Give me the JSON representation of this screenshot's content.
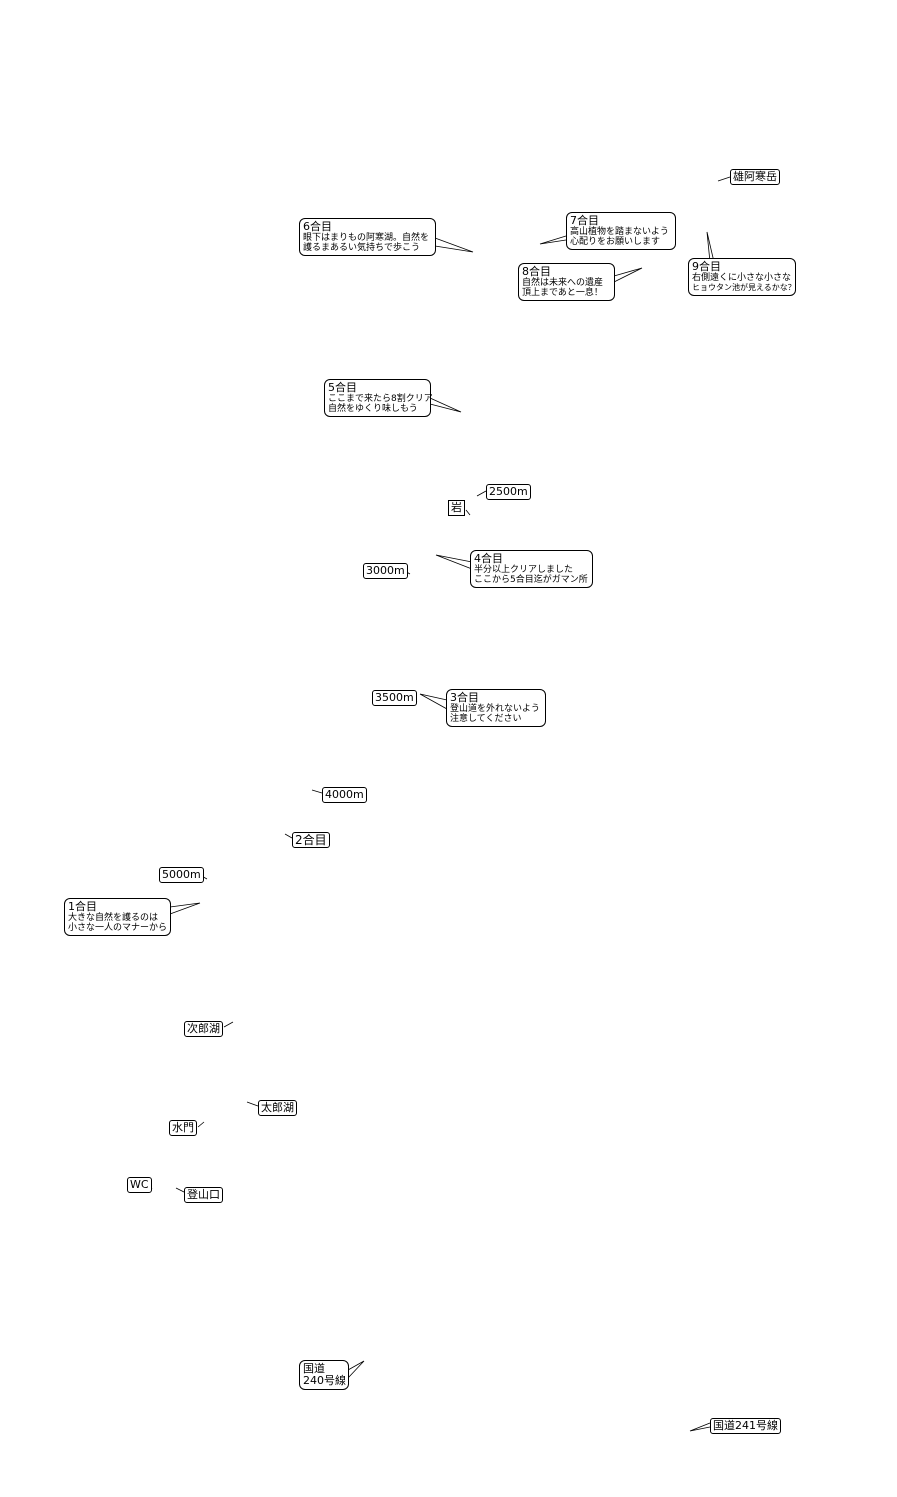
{
  "labels": {
    "oakandake": "雄阿寒岳",
    "iwa": "岩",
    "m2500": "2500m",
    "m3000": "3000m",
    "m3500": "3500m",
    "m4000": "4000m",
    "m5000": "5000m",
    "gou2": "2合目",
    "jirouko": "次郎湖",
    "tarouko": "太郎湖",
    "suimon": "水門",
    "wc": "WC",
    "tozanguchi": "登山口",
    "route240_line1": "国道",
    "route240_line2": "240号線",
    "route241": "国道241号線"
  },
  "stations": [
    {
      "id": "st1",
      "title": "1合目",
      "lines": [
        "大きな自然を護るのは",
        "小さな一人のマナーから"
      ]
    },
    {
      "id": "st3",
      "title": "3合目",
      "lines": [
        "登山道を外れないよう",
        "注意してください"
      ]
    },
    {
      "id": "st4",
      "title": "4合目",
      "lines": [
        "半分以上クリアしました",
        "ここから5合目迄がガマン所"
      ]
    },
    {
      "id": "st5",
      "title": "5合目",
      "lines": [
        "ここまで来たら8割クリア",
        "自然をゆくり味しもう"
      ]
    },
    {
      "id": "st6",
      "title": "6合目",
      "lines": [
        "眼下はまりもの阿寒湖。自然を",
        "護るまあるい気持ちで歩こう"
      ]
    },
    {
      "id": "st7",
      "title": "7合目",
      "lines": [
        "高山植物を踏まないよう",
        "心配りをお願いします"
      ]
    },
    {
      "id": "st8",
      "title": "8合目",
      "lines": [
        "自然は未来への遺産",
        "頂上まであと一息！"
      ]
    },
    {
      "id": "st9",
      "title": "9合目",
      "lines": [
        "右側遠くに小さな小さな",
        "ヒョウタン池が見えるかな？"
      ]
    }
  ]
}
